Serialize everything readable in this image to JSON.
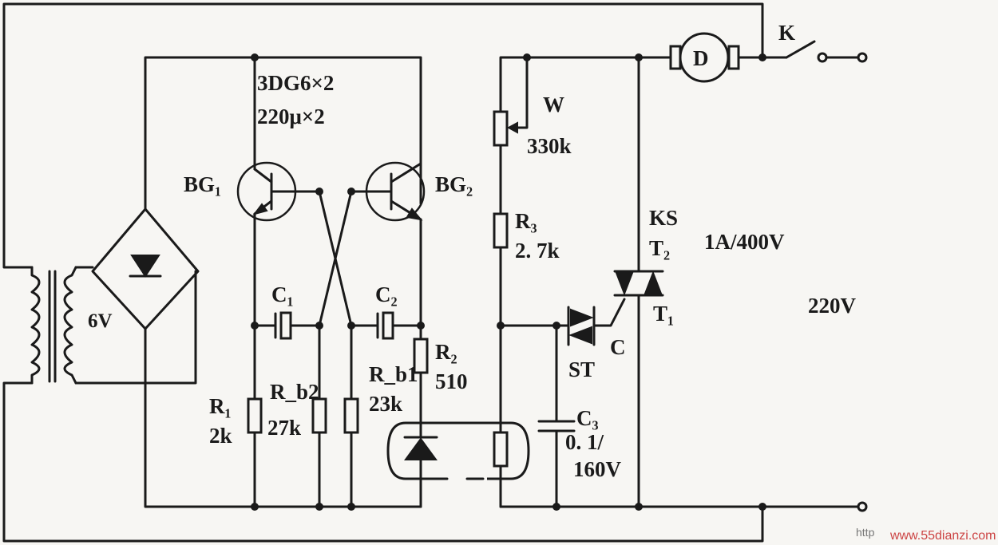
{
  "labels": {
    "transistor_spec": "3DG6×2",
    "capacitor_spec": "220μ×2",
    "bg1": "BG₁",
    "bg2": "BG₂",
    "c1": "C₁",
    "c2": "C₂",
    "c3": "C₃",
    "c3_value_1": "0. 1/",
    "c3_value_2": "160V",
    "r1": "R₁",
    "r1_value": "2k",
    "rb2": "R_b2",
    "rb2_value": "27k",
    "rb1": "R_b1",
    "rb1_value": "23k",
    "r2": "R₂",
    "r2_value": "510",
    "r3": "R₃",
    "r3_value": "2. 7k",
    "w": "W",
    "w_value": "330k",
    "transformer_voltage": "6V",
    "ks": "KS",
    "t2": "T₂",
    "t1": "T₁",
    "triac_rating": "1A/400V",
    "mains_voltage": "220V",
    "st": "ST",
    "c_gate": "C",
    "motor": "D",
    "switch": "K"
  },
  "watermark": {
    "prefix": "http",
    "site": "www.55dianzi.com"
  }
}
